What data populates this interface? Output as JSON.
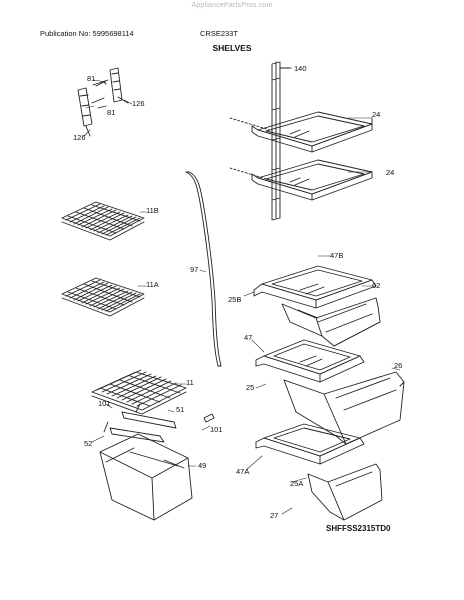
{
  "header": {
    "watermark": "AppliancePartsPros.com",
    "publication": "Publication No: 5995698114",
    "model": "CRSE233T",
    "section_title": "SHELVES"
  },
  "callouts": [
    "81",
    "126",
    "81",
    "126",
    "140",
    "24",
    "24",
    "11B",
    "97",
    "47B",
    "62",
    "25B",
    "11A",
    "47",
    "11",
    "26",
    "25",
    "101",
    "51",
    "101",
    "52",
    "49",
    "47A",
    "25A",
    "27"
  ],
  "diagram_code": "SHFFSS2315TD0"
}
